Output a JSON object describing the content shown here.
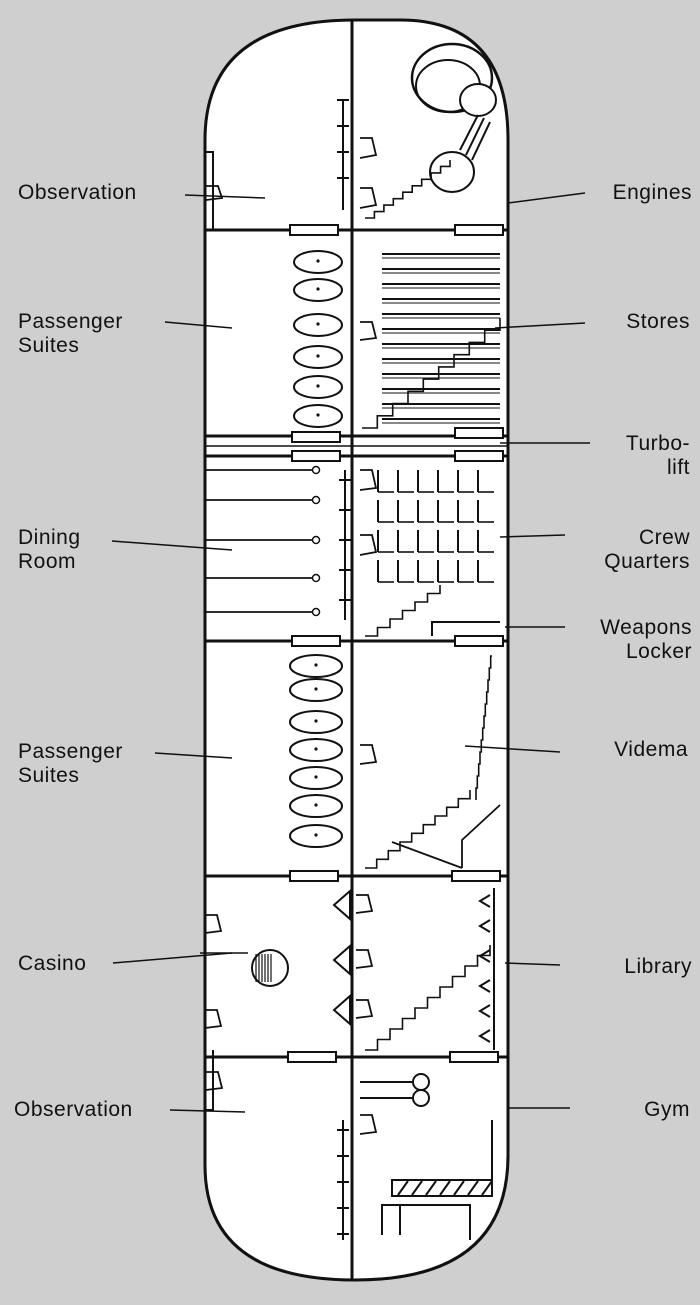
{
  "labels_left": [
    {
      "id": "observation-top",
      "text": "Observation"
    },
    {
      "id": "passenger-suites-upper",
      "text": "Passenger\nSuites"
    },
    {
      "id": "dining-room",
      "text": "Dining\nRoom"
    },
    {
      "id": "passenger-suites-lower",
      "text": "Passenger\nSuites"
    },
    {
      "id": "casino",
      "text": "Casino"
    },
    {
      "id": "observation-bottom",
      "text": "Observation"
    }
  ],
  "labels_right": [
    {
      "id": "engines",
      "text": "Engines"
    },
    {
      "id": "stores",
      "text": "Stores"
    },
    {
      "id": "turbolift",
      "text": "Turbo-\nlift"
    },
    {
      "id": "crew-quarters",
      "text": "Crew\nQuarters"
    },
    {
      "id": "weapons-locker",
      "text": "Weapons\nLocker"
    },
    {
      "id": "videma",
      "text": "Videma"
    },
    {
      "id": "library",
      "text": "Library"
    },
    {
      "id": "gym",
      "text": "Gym"
    }
  ],
  "colors": {
    "background": "#cfcfcf",
    "hull_fill": "#ffffff",
    "ink": "#111111"
  }
}
